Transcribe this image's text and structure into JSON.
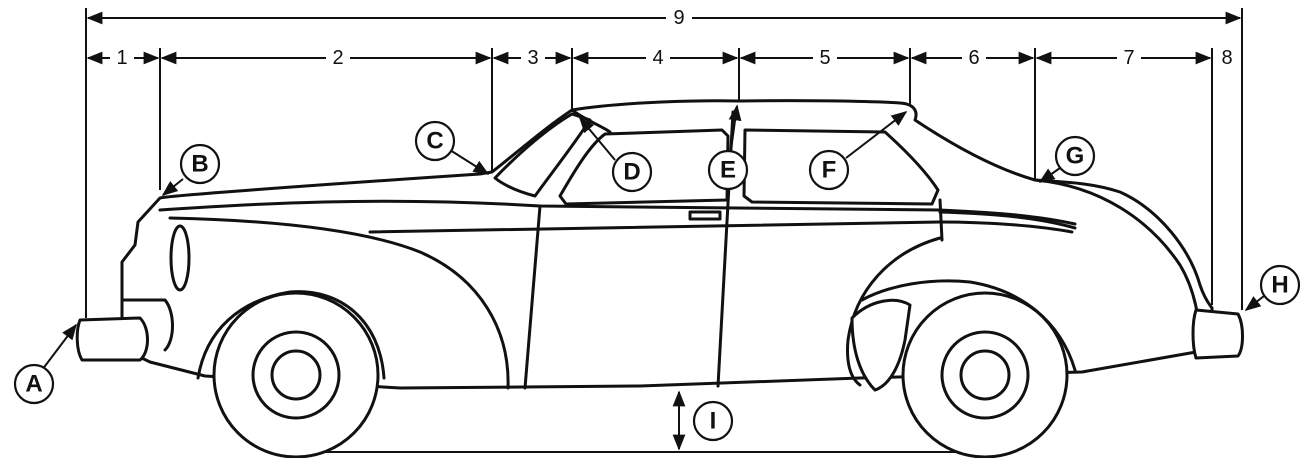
{
  "dimensions": [
    {
      "label": "1"
    },
    {
      "label": "2"
    },
    {
      "label": "3"
    },
    {
      "label": "4"
    },
    {
      "label": "5"
    },
    {
      "label": "6"
    },
    {
      "label": "7"
    },
    {
      "label": "8"
    },
    {
      "label": "9"
    }
  ],
  "callouts": [
    {
      "label": "A"
    },
    {
      "label": "B"
    },
    {
      "label": "C"
    },
    {
      "label": "D"
    },
    {
      "label": "E"
    },
    {
      "label": "F"
    },
    {
      "label": "G"
    },
    {
      "label": "H"
    },
    {
      "label": "I"
    }
  ]
}
